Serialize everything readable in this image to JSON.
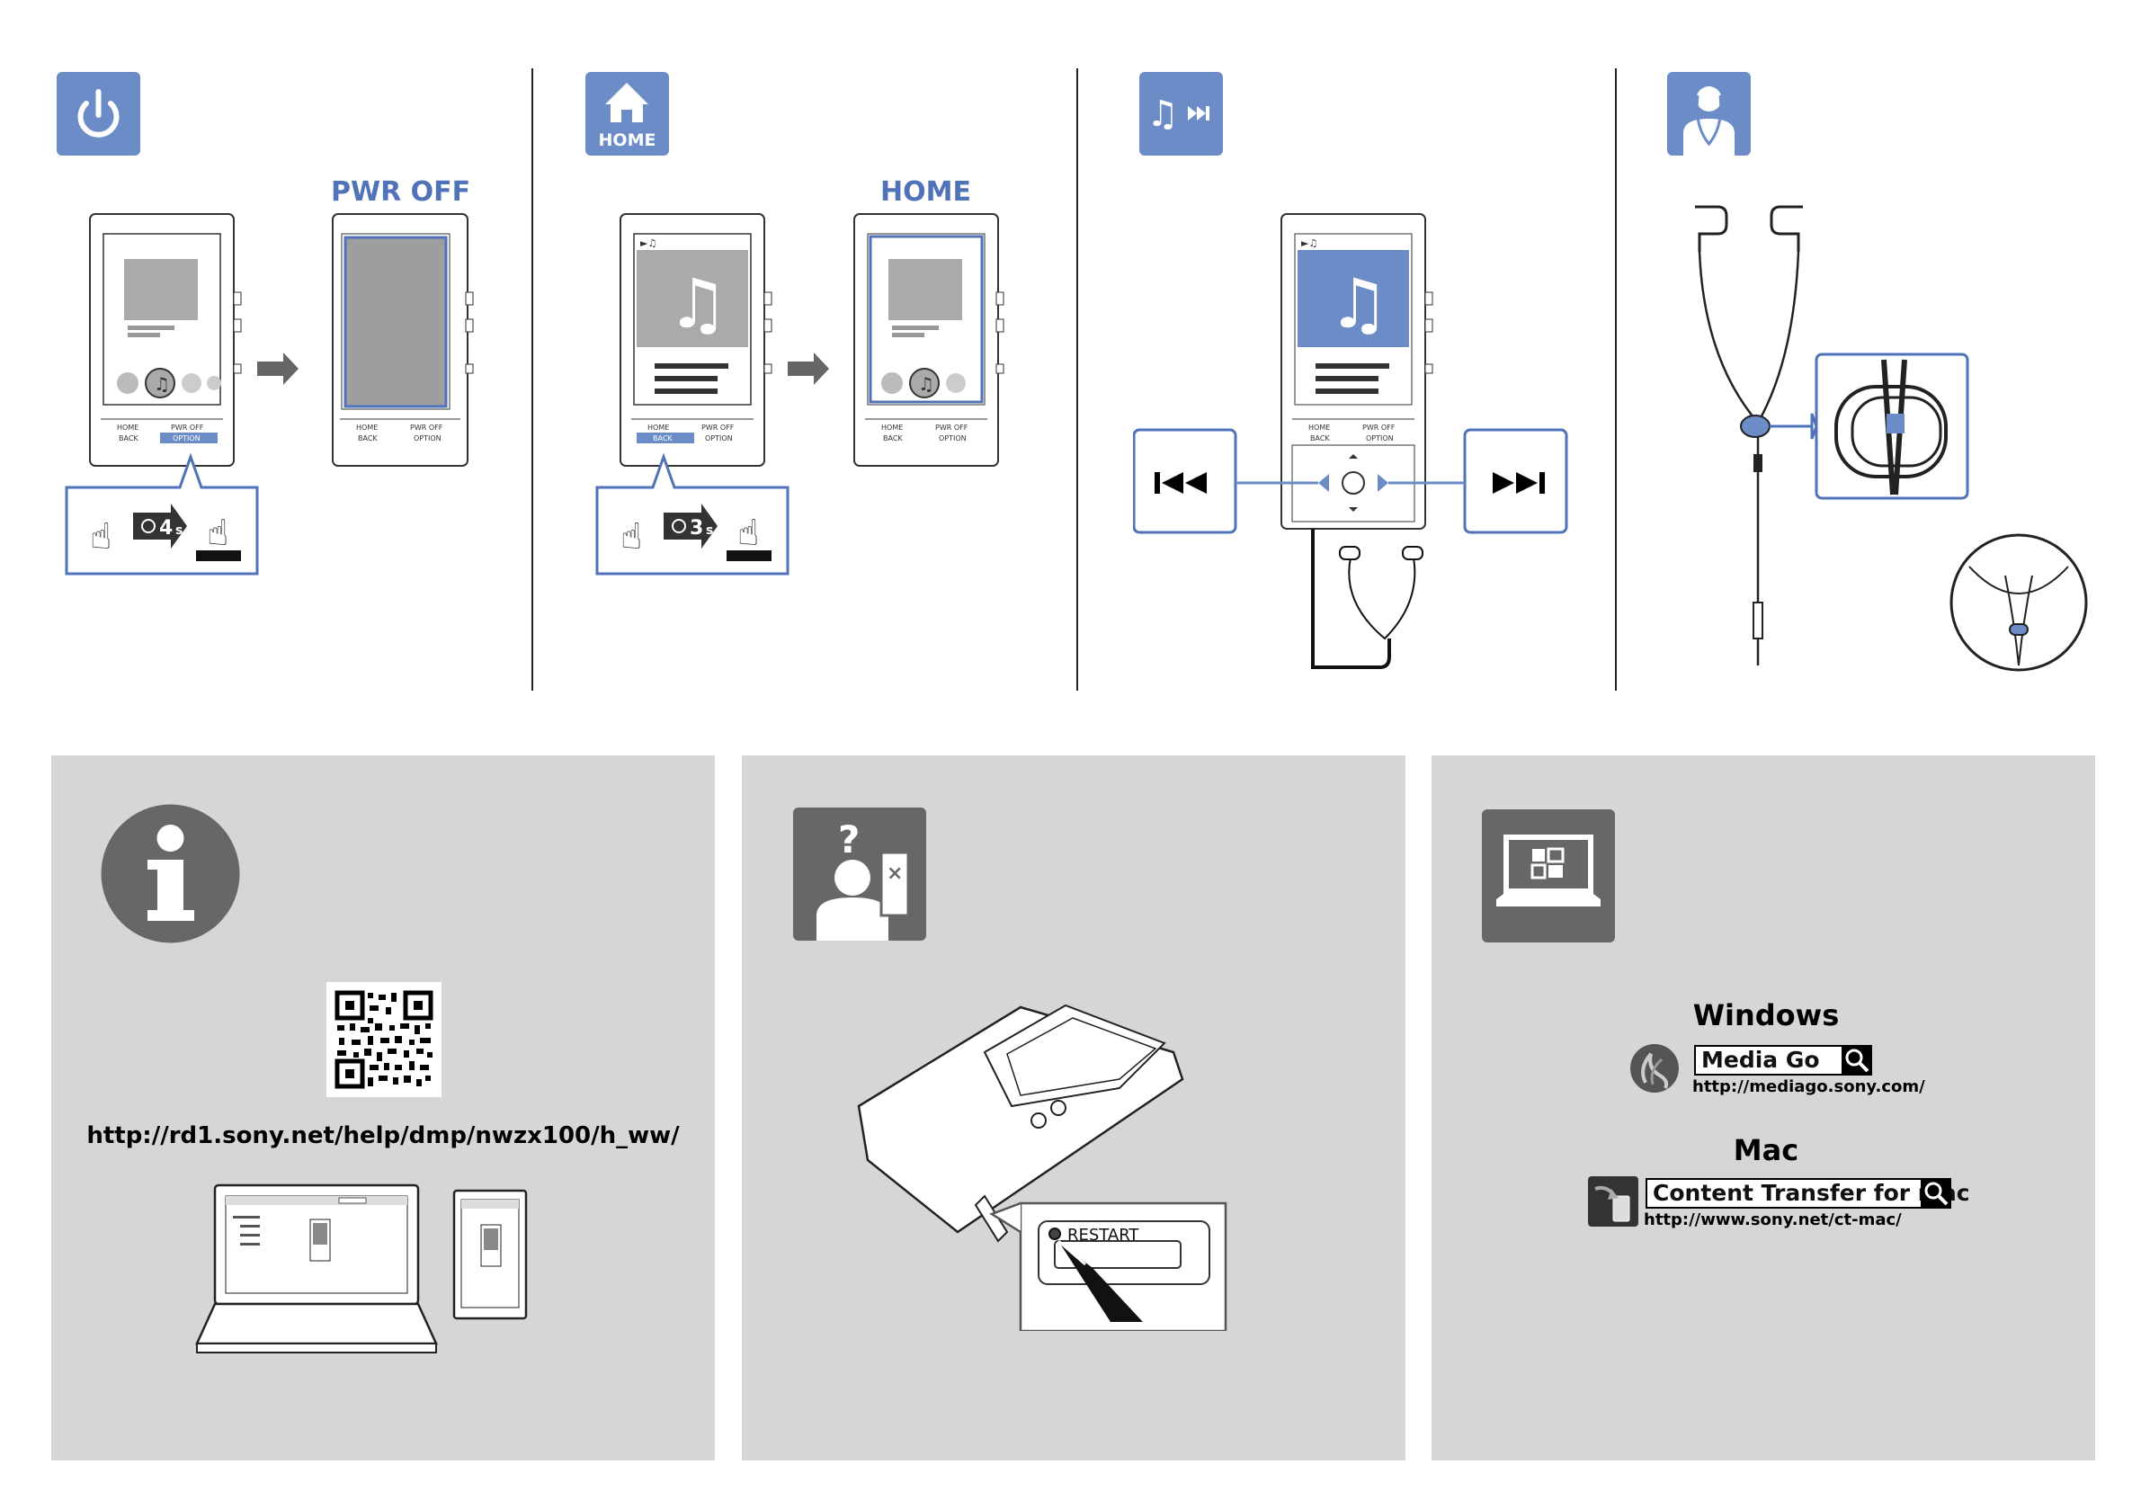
{
  "power_section": {
    "screen_label": "PWR OFF",
    "hold_seconds": "4",
    "hold_unit": "s"
  },
  "home_section": {
    "screen_label": "HOME",
    "hold_seconds": "3",
    "hold_unit": "s"
  },
  "player_buttons": {
    "home": "HOME",
    "pwr_off": "PWR OFF",
    "back": "BACK",
    "option": "OPTION"
  },
  "info_panel": {
    "url": "http://rd1.sony.net/help/dmp/nwzx100/h_ww/"
  },
  "restart_panel": {
    "restart_label": "RESTART"
  },
  "software_panel": {
    "windows_label": "Windows",
    "windows_app": "Media Go",
    "windows_url": "http://mediago.sony.com/",
    "mac_label": "Mac",
    "mac_app": "Content Transfer for mac",
    "mac_url": "http://www.sony.net/ct-mac/"
  },
  "colors": {
    "accent": "#6b8cc6",
    "heading": "#4f72b8",
    "panel": "#d6d6d6",
    "icon_gray": "#676767"
  }
}
